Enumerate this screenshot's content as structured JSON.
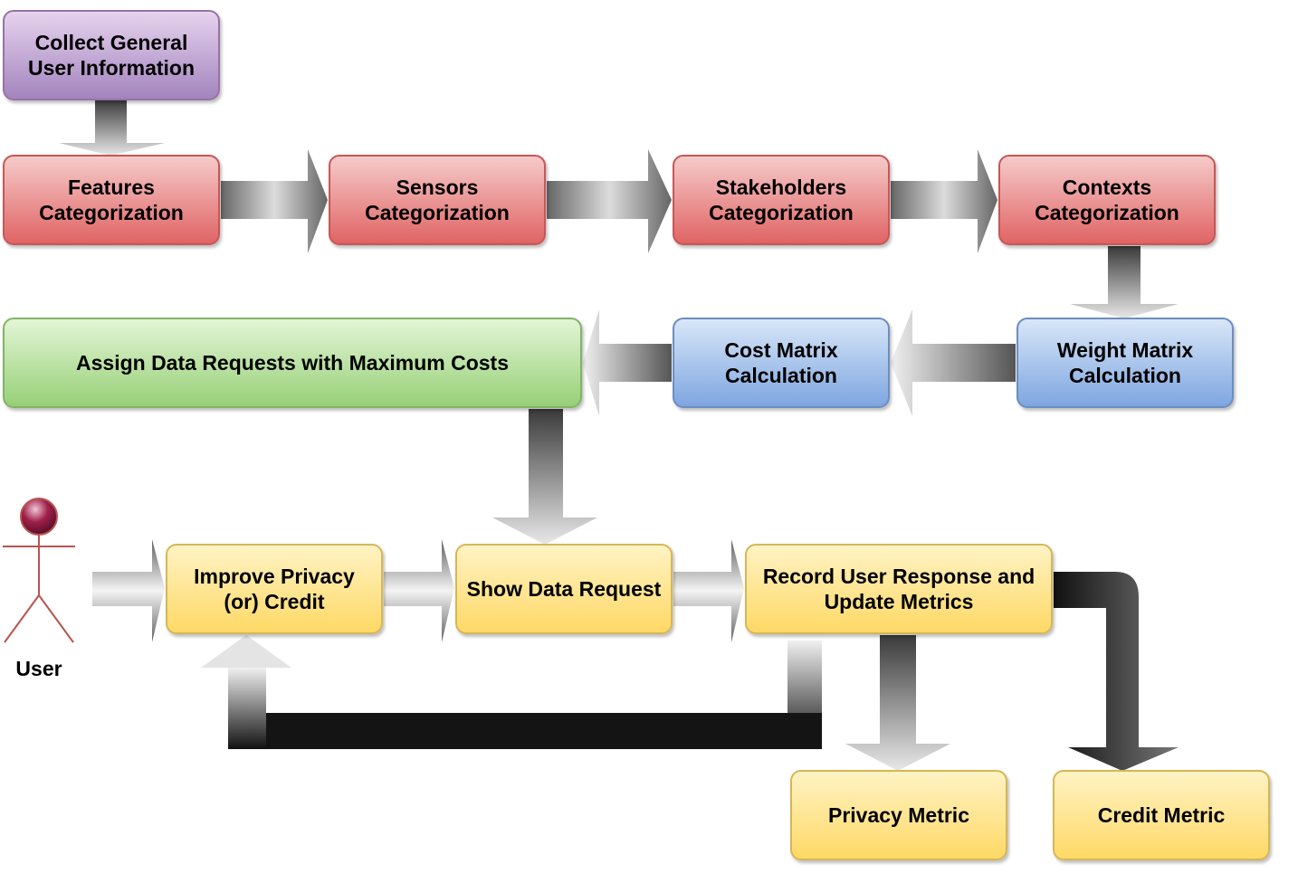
{
  "boxes": {
    "collect": "Collect General\nUser Information",
    "features": "Features\nCategorization",
    "sensors": "Sensors\nCategorization",
    "stakeholders": "Stakeholders\nCategorization",
    "contexts": "Contexts\nCategorization",
    "weight": "Weight Matrix\nCalculation",
    "cost": "Cost Matrix\nCalculation",
    "assign": "Assign Data Requests with Maximum Costs",
    "improve": "Improve Privacy\n(or) Credit",
    "show": "Show Data Request",
    "record": "Record User Response and\nUpdate Metrics",
    "privacy_metric": "Privacy Metric",
    "credit_metric": "Credit Metric"
  },
  "actor": {
    "label": "User"
  },
  "colors": {
    "purple": "#a384be",
    "red": "#e06464",
    "blue": "#7ea6e0",
    "green": "#97d077",
    "yellow": "#ffd966",
    "arrow_dark": "#111111",
    "arrow_light": "#e6e6e6"
  }
}
